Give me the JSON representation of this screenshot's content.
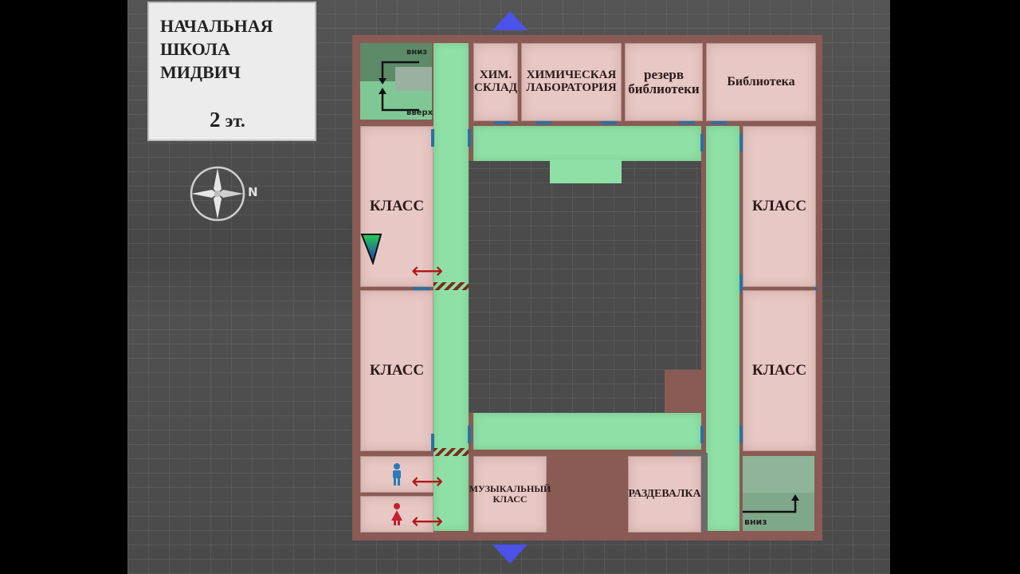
{
  "map": {
    "school_name": "НАЧАЛЬНАЯ\nШКОЛА\nМИДВИЧ",
    "floor_number": "2",
    "floor_unit": "эт.",
    "compass_letter": "N"
  },
  "rooms": {
    "chem_storage": "ХИМ.\nСКЛАД",
    "chem_lab": "ХИМИЧЕСКАЯ\nЛАБОРАТОРИЯ",
    "library_reserve": "резерв\nбиблиотеки",
    "library": "Библиотека",
    "class_west_upper": "КЛАСС",
    "class_west_lower": "КЛАСС",
    "class_east_upper": "КЛАСС",
    "class_east_lower": "КЛАСС",
    "music_class": "МУЗЫКАЛЬНЫЙ\nКЛАСС",
    "locker_room": "РАЗДЕВАЛКА"
  },
  "stairs": {
    "nw_down": "вниз",
    "nw_up": "вверх",
    "se_down": "вниз"
  },
  "icons": {
    "nav_up": "triangle-up-icon",
    "nav_down": "triangle-down-icon",
    "compass": "compass-icon",
    "player": "player-marker-icon",
    "mens_room": "male-restroom-icon",
    "womens_room": "female-restroom-icon",
    "door_arrow": "double-arrow-icon"
  },
  "colors": {
    "room": "#e8c8c4",
    "corridor": "#8fe0a6",
    "wall": "#8a5a54",
    "door": "#2d6fa0",
    "nav_arrow": "#4a52e8",
    "red_arrow": "#b01818"
  }
}
